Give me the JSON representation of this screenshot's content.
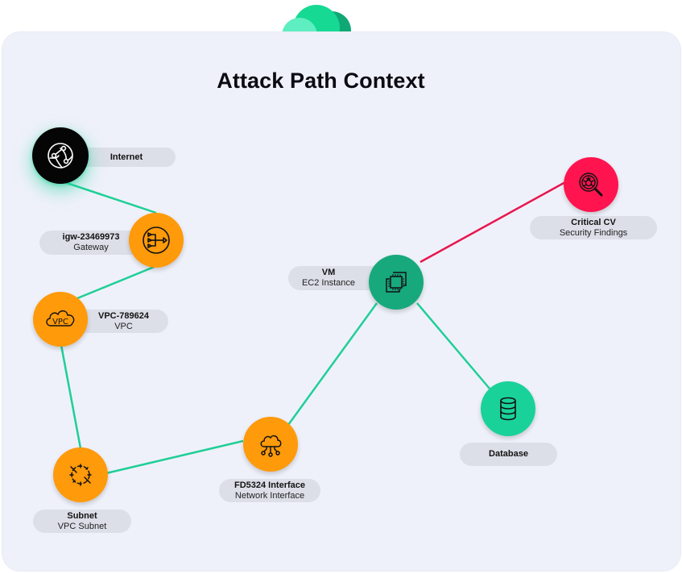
{
  "title": "Attack Path Context",
  "colors": {
    "safe_edge": "#1fcf97",
    "critical_edge": "#e8174f",
    "gateway_node": "#ff9a0b",
    "compute_node": "#17a97c",
    "database_node": "#19d29a",
    "finding_node": "#ff1450",
    "internet_node": "#050505",
    "panel_background": "#eff1fa",
    "label_pill": "#dcdfe8"
  },
  "nodes": [
    {
      "id": "internet",
      "name": "Internet",
      "subtitle": "",
      "icon": "globe-network-icon"
    },
    {
      "id": "gateway",
      "name": "igw-23469973",
      "subtitle": "Gateway",
      "icon": "internet-gateway-icon"
    },
    {
      "id": "vpc",
      "name": "VPC-789624",
      "subtitle": "VPC",
      "icon": "vpc-cloud-icon"
    },
    {
      "id": "subnet",
      "name": "Subnet",
      "subtitle": "VPC Subnet",
      "icon": "subnet-icon"
    },
    {
      "id": "interface",
      "name": "FD5324 Interface",
      "subtitle": "Network Interface",
      "icon": "network-interface-icon"
    },
    {
      "id": "vm",
      "name": "VM",
      "subtitle": "EC2 Instance",
      "icon": "ec2-instance-icon"
    },
    {
      "id": "finding",
      "name": "Critical CV",
      "subtitle": "Security Findings",
      "icon": "security-finding-icon"
    },
    {
      "id": "database",
      "name": "Database",
      "subtitle": "",
      "icon": "database-icon"
    }
  ],
  "edges": [
    {
      "from": "internet",
      "to": "gateway",
      "severity": "normal"
    },
    {
      "from": "gateway",
      "to": "vpc",
      "severity": "normal"
    },
    {
      "from": "vpc",
      "to": "subnet",
      "severity": "normal"
    },
    {
      "from": "subnet",
      "to": "interface",
      "severity": "normal"
    },
    {
      "from": "interface",
      "to": "vm",
      "severity": "normal"
    },
    {
      "from": "vm",
      "to": "finding",
      "severity": "critical"
    },
    {
      "from": "vm",
      "to": "database",
      "severity": "normal"
    }
  ]
}
